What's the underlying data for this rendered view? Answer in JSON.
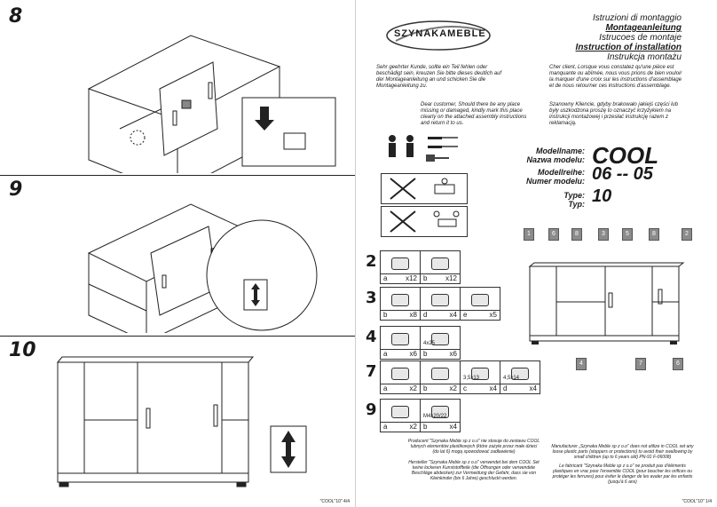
{
  "left": {
    "steps": [
      {
        "number": "8"
      },
      {
        "number": "9"
      },
      {
        "number": "10"
      }
    ],
    "footer": "\"COOL\"10\" 4/4"
  },
  "right": {
    "brand": "SZYNAKAMEBLE",
    "titles": [
      "Istruzioni di montaggio",
      "Montageanleitung",
      "Istrucoes de montaje",
      "Instruction of installation",
      "Instrukcja montażu"
    ],
    "notes": {
      "de": "Sehr geehrter Kunde, sollte ein Teil fehlen oder beschädigt sein, kreuzen Sie bitte dieses deutlich auf der Montageanleitung an und schicken Sie die Montageanleitung zu.",
      "fr": "Cher client, Lorsque vous constatez qu'une pièce est manquante ou abîmée, nous vous prions de bien vouloir la marquer d'une croix sur les instructions d'assemblage et de nous retourner ces instructions d'assemblage.",
      "en": "Dear customer, Should there be any place missing or damaged, kindly mark this place clearly on the attached assembly instructions and return it to us.",
      "pl": "Szanowny Kliencie, gdyby brakowało jakiejś części lub były uszkodzona proszę to oznaczyć krzyżykiem na instrukcji montażowej i przesłać instrukcję razem z reklamacją."
    },
    "model": {
      "name_label_1": "Modellname:",
      "name_label_2": "Nazwa modelu:",
      "name_value": "COOL",
      "number_label_1": "Modellreihe:",
      "number_label_2": "Numer modelu:",
      "number_value": "06 -- 05",
      "type_label_1": "Type:",
      "type_label_2": "Typ:",
      "type_value": "10"
    },
    "callouts_top": [
      "1",
      "6",
      "8",
      "3",
      "5",
      "8",
      "2"
    ],
    "callouts_bottom": [
      "4",
      "7",
      "6"
    ],
    "parts": [
      {
        "step": "2",
        "items": [
          {
            "letter": "a",
            "qty": "x12"
          },
          {
            "letter": "b",
            "qty": "x12"
          }
        ]
      },
      {
        "step": "3",
        "items": [
          {
            "letter": "b",
            "qty": "x8"
          },
          {
            "letter": "d",
            "qty": "x4"
          },
          {
            "letter": "e",
            "qty": "x5"
          }
        ]
      },
      {
        "step": "4",
        "items": [
          {
            "letter": "a",
            "qty": "x6"
          },
          {
            "letter": "b",
            "qty": "x6",
            "spec": "4x25"
          }
        ]
      },
      {
        "step": "7",
        "items": [
          {
            "letter": "a",
            "qty": "x2"
          },
          {
            "letter": "b",
            "qty": "x2"
          },
          {
            "letter": "c",
            "qty": "x4",
            "spec": "3,5x13"
          },
          {
            "letter": "d",
            "qty": "x4",
            "spec": "4,5x14"
          }
        ]
      },
      {
        "step": "9",
        "items": [
          {
            "letter": "a",
            "qty": "x2"
          },
          {
            "letter": "b",
            "qty": "x4",
            "spec": "M4x20/22"
          }
        ]
      }
    ],
    "legal": {
      "pl": "Producent \"Szynaka Meble sp z o.o\" nie stosuje do zestawu COOL lubnych elementów plastikowych (które zażyte przez małe dzieci (do lat 6) mogą spowodować zadławienie)",
      "de": "Hersteller \"Szynaka Meble sp z o.o\" verwendet bei dem COOL Set keine lockeren Kunststoffteile (die Öffnungen oder verwendete Beschläge abdecken) zur Vermeidung der Gefahr, dass sie von Kleinkinder (bis 6 Jahre) geschluckt werden.",
      "en": "Manufacturer „Szynaka Meble sp z o.o\" does not utilize in COOL set any loose plastic parts (stoppers or protections) to avoid their swallowing by small children (up to 6 years old) PN-91 F-06008)",
      "fr": "Le fabricant \"Szynaka Meble sp z o.o\" ne produit pas d'éléments plastiques en vrac pour l'ensemble COOL (pour boucher les orifices ou protéger les ferrures) pour éviter le danger de les avaler par les enfants (jusqu'à 6 ans)"
    },
    "footer": "\"COOL\"10\" 1/4"
  }
}
